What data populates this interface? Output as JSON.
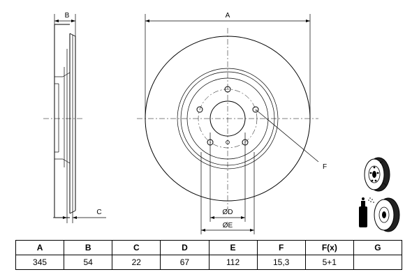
{
  "drawing": {
    "label_a": "A",
    "label_b": "B",
    "label_c": "C",
    "label_d": "ØD",
    "label_e": "ØE",
    "label_f": "F"
  },
  "table": {
    "headers": [
      "A",
      "B",
      "C",
      "D",
      "E",
      "F",
      "F(x)",
      "G"
    ],
    "values": [
      "345",
      "54",
      "22",
      "67",
      "112",
      "15,3",
      "5+1",
      ""
    ]
  }
}
